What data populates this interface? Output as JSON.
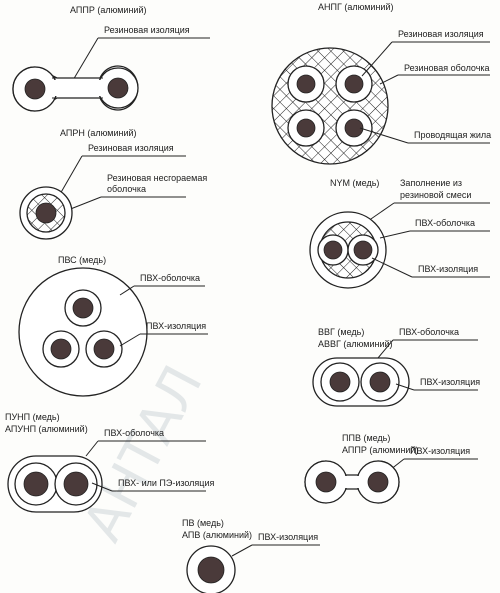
{
  "watermark": "АНТАЛ",
  "diagrams": {
    "appr": {
      "title": "АППР (алюминий)",
      "label1": "Резиновая изоляция"
    },
    "angg": {
      "title": "АНПГ (алюминий)",
      "label1": "Резиновая изоляция",
      "label2": "Резиновая оболочка",
      "label3": "Проводящая жила"
    },
    "aprn": {
      "title": "АПРН (алюминий)",
      "label1": "Резиновая изоляция",
      "label2a": "Резиновая несгораемая",
      "label2b": "оболочка"
    },
    "nym": {
      "title": "NYM (медь)",
      "label1a": "Заполнение из",
      "label1b": "резиновой смеси",
      "label2": "ПВХ-оболочка",
      "label3": "ПВХ-изоляция"
    },
    "pvs": {
      "title": "ПВС (медь)",
      "label1": "ПВХ-оболочка",
      "label2": "ПВХ-изоляция"
    },
    "vvg": {
      "title1": "ВВГ (медь)",
      "title2": "АВВГ (алюминий)",
      "label1": "ПВХ-оболочка",
      "label2": "ПВХ-изоляция"
    },
    "punp": {
      "title1": "ПУНП (медь)",
      "title2": "АПУНП (алюминий)",
      "label1": "ПВХ-оболочка",
      "label2": "ПВХ- или ПЭ-изоляция"
    },
    "ppv": {
      "title1": "ППВ (медь)",
      "title2": "АППР (алюминий)",
      "label1": "ПВХ-изоляция"
    },
    "pv": {
      "title1": "ПВ (медь)",
      "title2": "АПВ (алюминий)",
      "label1": "ПВХ-изоляция"
    }
  },
  "colors": {
    "core": "#4a3a3a",
    "line": "#222222",
    "watermark": "#cfd6da"
  }
}
